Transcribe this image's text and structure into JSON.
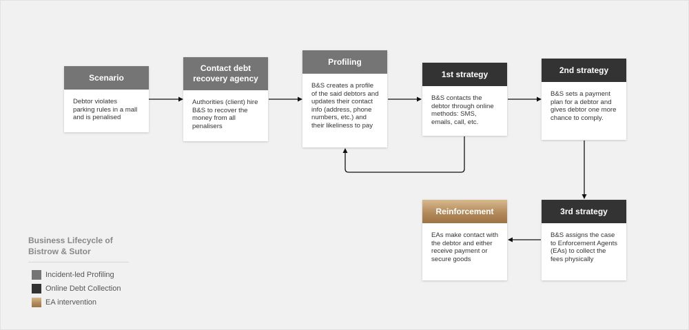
{
  "diagram": {
    "nodes": [
      {
        "id": "scenario",
        "title": "Scenario",
        "body": "Debtor violates parking rules in a mall and is penalised"
      },
      {
        "id": "contact",
        "title": "Contact debt recovery agency",
        "body": "Authorities (client) hire B&S to recover the money from all penalisers"
      },
      {
        "id": "profiling",
        "title": "Profiling",
        "body": "B&S creates a profile of the said debtors and updates their contact info (address, phone numbers, etc.) and their likeliness to pay"
      },
      {
        "id": "strategy1",
        "title": "1st strategy",
        "body": "B&S contacts the debtor through online methods: SMS, emails, call, etc."
      },
      {
        "id": "strategy2",
        "title": "2nd strategy",
        "body": "B&S sets a payment plan for a debtor and gives debtor one more chance to comply."
      },
      {
        "id": "strategy3",
        "title": "3rd strategy",
        "body": "B&S assigns the case to Enforcement Agents (EAs) to collect the fees physically"
      },
      {
        "id": "reinforcement",
        "title": "Reinforcement",
        "body": "EAs make contact with the debtor and either receive payment or secure goods"
      }
    ],
    "edges": [
      {
        "from": "scenario",
        "to": "contact"
      },
      {
        "from": "contact",
        "to": "profiling"
      },
      {
        "from": "profiling",
        "to": "strategy1"
      },
      {
        "from": "strategy1",
        "to": "profiling"
      },
      {
        "from": "strategy1",
        "to": "strategy2"
      },
      {
        "from": "strategy2",
        "to": "strategy3"
      },
      {
        "from": "strategy3",
        "to": "reinforcement"
      }
    ]
  },
  "legend": {
    "title": "Business Lifecycle of Bistrow & Sutor",
    "items": [
      {
        "label": "Incident-led Profiling",
        "color": "#757575"
      },
      {
        "label": "Online Debt Collection",
        "color": "#333333"
      },
      {
        "label": "EA intervention",
        "color": "#b38a5b"
      }
    ]
  },
  "colors": {
    "gray_header": "#757575",
    "dark_header": "#333333",
    "gold_header": "#b38a5b",
    "background": "#f1f1f1",
    "connector": "#111111"
  }
}
